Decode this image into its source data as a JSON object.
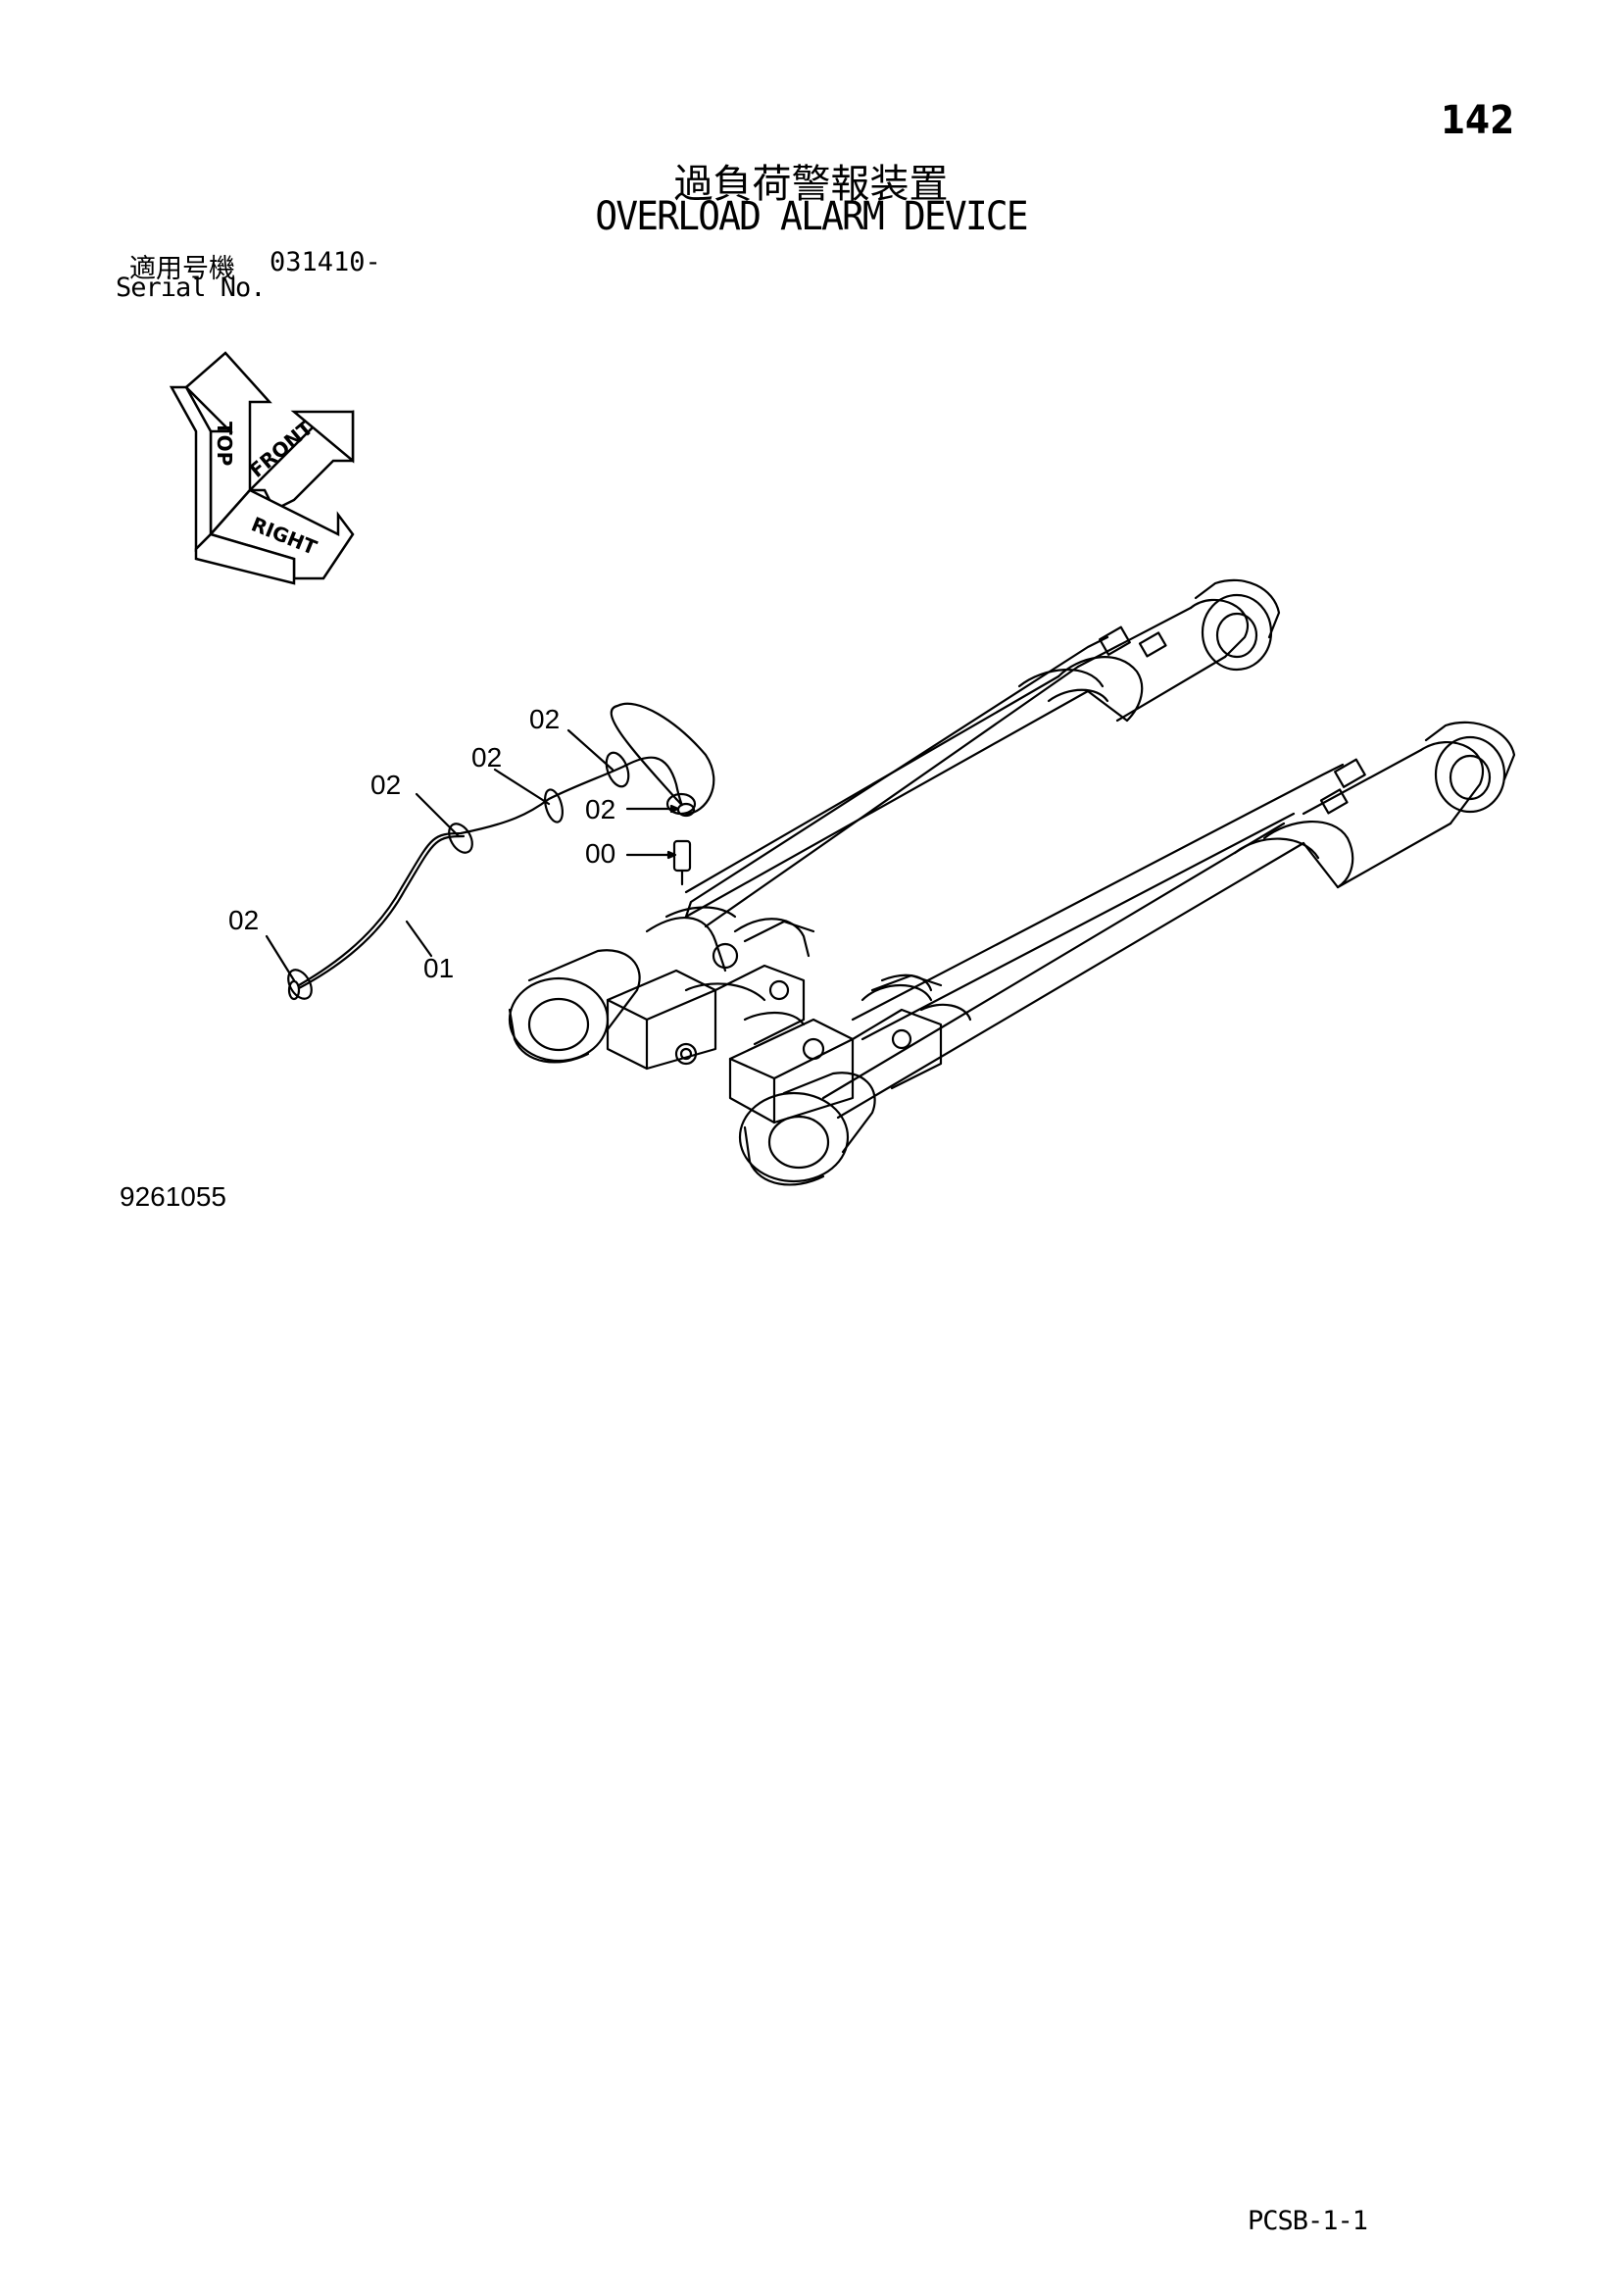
{
  "page_number": "142",
  "title_ja": "過負荷警報装置",
  "title_en": "OVERLOAD ALARM DEVICE",
  "serial": {
    "label_ja": "適用号機",
    "range": "031410-",
    "label_en": "Serial No."
  },
  "orientation": {
    "top": "TOP",
    "front": "FRONT",
    "right": "RIGHT"
  },
  "callouts": [
    {
      "label": "02"
    },
    {
      "label": "02"
    },
    {
      "label": "02"
    },
    {
      "label": "02"
    },
    {
      "label": "00"
    },
    {
      "label": "02"
    },
    {
      "label": "01"
    }
  ],
  "figure_number": "9261055",
  "page_code": "PCSB-1-1"
}
